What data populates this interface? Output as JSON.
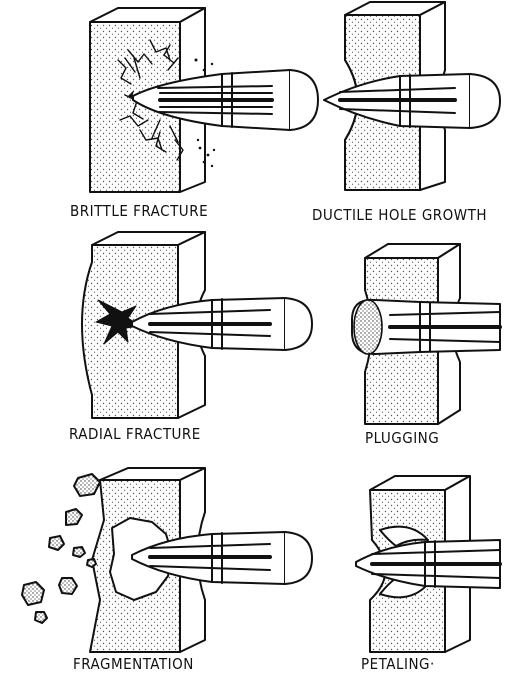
{
  "panels": [
    {
      "id": "brittle",
      "caption": "BRITTLE FRACTURE",
      "icon": "brittle-fracture-illustration"
    },
    {
      "id": "ductile",
      "caption": "DUCTILE HOLE GROWTH",
      "icon": "ductile-hole-growth-illustration"
    },
    {
      "id": "radial",
      "caption": "RADIAL FRACTURE",
      "icon": "radial-fracture-illustration"
    },
    {
      "id": "plugging",
      "caption": "PLUGGING",
      "icon": "plugging-illustration"
    },
    {
      "id": "fragmentation",
      "caption": "FRAGMENTATION",
      "icon": "fragmentation-illustration"
    },
    {
      "id": "petaling",
      "caption": "PETALING·",
      "icon": "petaling-illustration"
    }
  ],
  "colors": {
    "ink": "#111111",
    "paper": "#ffffff",
    "stipple": "#444444"
  }
}
